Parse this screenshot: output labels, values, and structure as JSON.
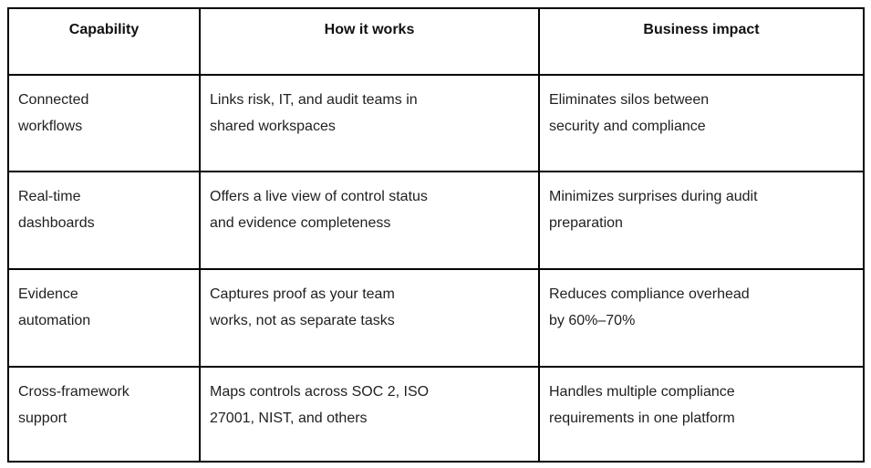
{
  "table": {
    "columns": [
      {
        "key": "capability",
        "label": "Capability"
      },
      {
        "key": "how",
        "label": "How it works"
      },
      {
        "key": "impact",
        "label": "Business impact"
      }
    ],
    "rows": [
      {
        "capability": "Connected\nworkflows",
        "how": "Links risk, IT, and audit teams in\nshared workspaces",
        "impact": "Eliminates silos between\nsecurity and compliance"
      },
      {
        "capability": "Real-time\ndashboards",
        "how": "Offers a live view of control status\nand evidence completeness",
        "impact": "Minimizes surprises during audit\npreparation"
      },
      {
        "capability": "Evidence\nautomation",
        "how": "Captures proof as your team\nworks, not as separate tasks",
        "impact": "Reduces compliance overhead\nby 60%–70%"
      },
      {
        "capability": "Cross-framework\nsupport",
        "how": "Maps controls across SOC 2, ISO\n27001, NIST, and others",
        "impact": "Handles multiple compliance\nrequirements in one platform"
      }
    ],
    "colors": {
      "border": "#000000",
      "header_text": "#111111",
      "body_text": "#1f1f1f",
      "background": "#ffffff"
    }
  }
}
